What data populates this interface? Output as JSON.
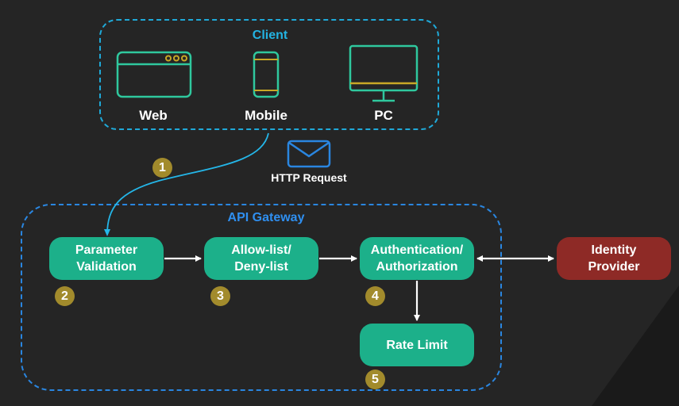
{
  "client": {
    "title": "Client",
    "devices": [
      {
        "label": "Web",
        "icon": "browser-window-icon"
      },
      {
        "label": "Mobile",
        "icon": "mobile-phone-icon"
      },
      {
        "label": "PC",
        "icon": "desktop-monitor-icon"
      }
    ]
  },
  "request": {
    "label": "HTTP Request",
    "icon": "envelope-icon"
  },
  "gateway": {
    "title": "API Gateway",
    "nodes": [
      {
        "id": "param",
        "label": "Parameter\nValidation",
        "step": "2"
      },
      {
        "id": "allow",
        "label": "Allow-list/\nDeny-list",
        "step": "3"
      },
      {
        "id": "auth",
        "label": "Authentication/\nAuthorization",
        "step": "4"
      },
      {
        "id": "rate",
        "label": "Rate Limit",
        "step": "5"
      }
    ]
  },
  "identity_provider": {
    "label": "Identity\nProvider"
  },
  "steps": {
    "first": "1"
  },
  "colors": {
    "background": "#252525",
    "client_border": "#1fa9d8",
    "gateway_border": "#2a86e0",
    "node": "#1cb08a",
    "external_node": "#8e2a26",
    "step_badge": "#a28b2c",
    "icon_stroke": "#2fc89e",
    "monitor_accent": "#c8a826",
    "envelope": "#2a86e0"
  }
}
